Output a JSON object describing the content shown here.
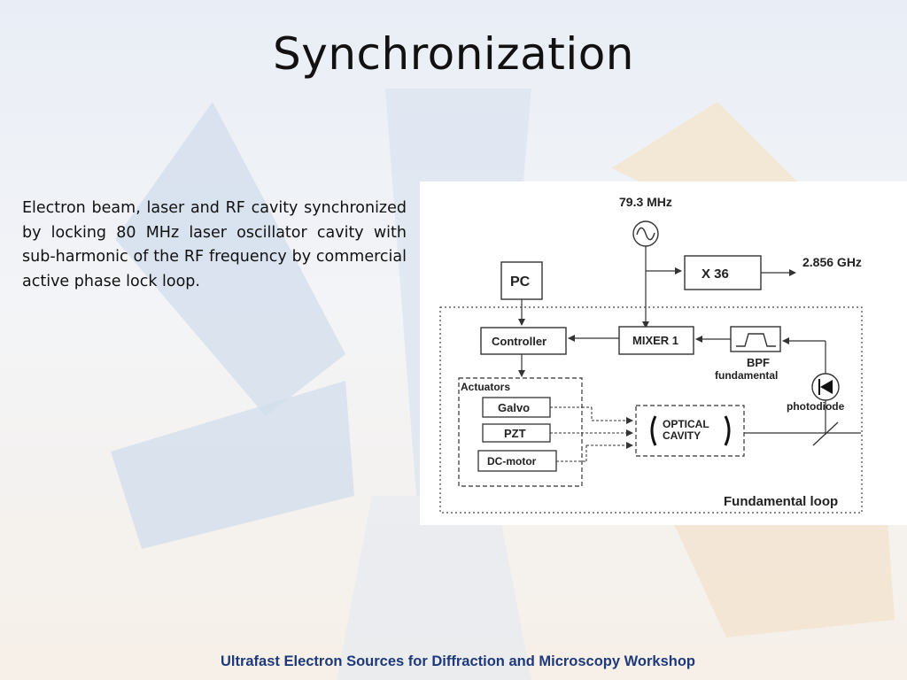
{
  "slide": {
    "title": "Synchronization",
    "body": "Electron beam, laser and RF cavity synchronized by locking 80 MHz laser oscillator cavity with sub-harmonic of the RF frequency by commercial active phase lock loop.",
    "footer": "Ultrafast Electron Sources for Diffraction and Microscopy Workshop"
  },
  "diagram": {
    "freq_in": "79.3 MHz",
    "multiplier": "X 36",
    "freq_out": "2.856 GHz",
    "pc": "PC",
    "controller": "Controller",
    "mixer": "MIXER 1",
    "bpf_line1": "BPF",
    "bpf_line2": "fundamental",
    "photodiode": "photodiode",
    "actuators": "Actuators",
    "galvo": "Galvo",
    "pzt": "PZT",
    "dc_motor": "DC-motor",
    "cavity_line1": "OPTICAL",
    "cavity_line2": "CAVITY",
    "loop_label": "Fundamental loop"
  },
  "colors": {
    "footer_text": "#1f3a7a",
    "background_shapes": "#c9d6e8",
    "accent_warm": "#f1dcc0"
  }
}
